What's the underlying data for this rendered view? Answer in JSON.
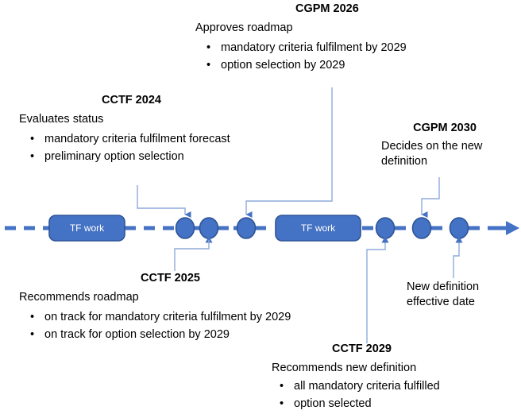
{
  "theme": {
    "accent": "#4472C4",
    "accent_dark": "#2E5597",
    "leader": "#8FAADC",
    "text": "#000000",
    "box_text": "#FFFFFF",
    "background": "#FFFFFF"
  },
  "timeline": {
    "name": "roadmap-timeline",
    "phase_boxes": [
      {
        "label": "TF work"
      },
      {
        "label": "TF work"
      }
    ],
    "milestones": [
      {
        "id": "cctf-2024"
      },
      {
        "id": "cctf-2025"
      },
      {
        "id": "cgpm-2026"
      },
      {
        "id": "cctf-2029"
      },
      {
        "id": "cgpm-2030"
      },
      {
        "id": "new-definition-effective-date"
      }
    ],
    "direction_arrow": "right-arrow-icon"
  },
  "annotations": {
    "cgpm_2026": {
      "title": "CGPM 2026",
      "lead": "Approves roadmap",
      "bullets": [
        "mandatory criteria fulfilment by 2029",
        "option selection by 2029"
      ]
    },
    "cctf_2024": {
      "title": "CCTF 2024",
      "lead": "Evaluates status",
      "bullets": [
        "mandatory criteria fulfilment forecast",
        "preliminary option selection"
      ]
    },
    "cgpm_2030": {
      "title": "CGPM 2030",
      "lead_line1": "Decides on the new",
      "lead_line2": "definition"
    },
    "cctf_2025": {
      "title": "CCTF 2025",
      "lead": "Recommends roadmap",
      "bullets": [
        "on track for mandatory criteria fulfilment by 2029",
        "on track for option selection by 2029"
      ]
    },
    "cctf_2029": {
      "title": "CCTF 2029",
      "lead": "Recommends new definition",
      "bullets": [
        "all mandatory criteria fulfilled",
        "option selected"
      ]
    },
    "new_definition": {
      "line1": "New definition",
      "line2": "effective date"
    }
  },
  "bullet_glyph": "•"
}
